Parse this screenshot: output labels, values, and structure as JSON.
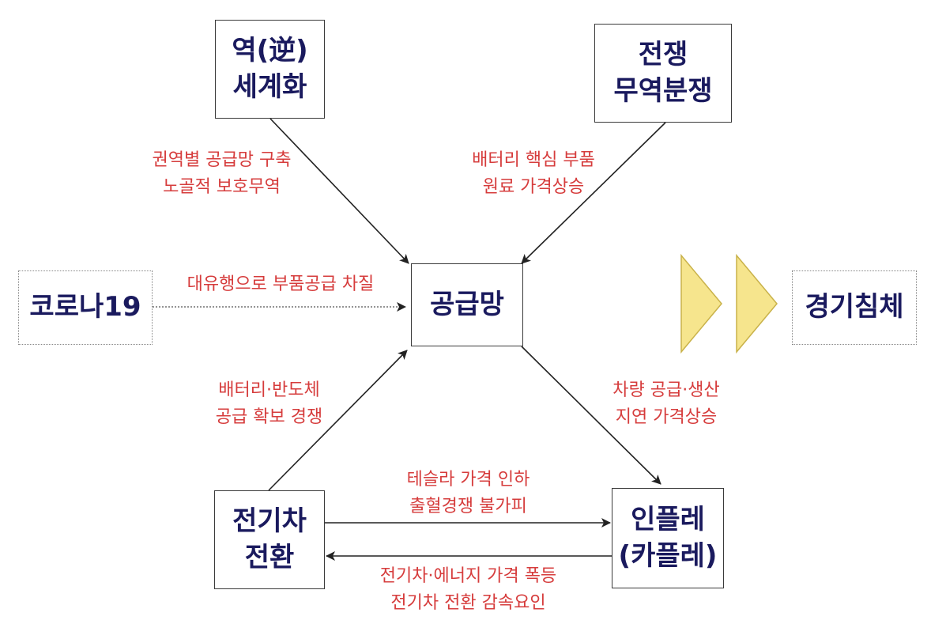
{
  "nodes": {
    "reverse_globalization": {
      "line1": "역(逆)",
      "line2": "세계화"
    },
    "war_trade": {
      "line1": "전쟁",
      "line2": "무역분쟁"
    },
    "covid": {
      "text": "코로나19"
    },
    "supply_chain": {
      "text": "공급망"
    },
    "recession": {
      "text": "경기침체"
    },
    "ev_transition": {
      "line1": "전기차",
      "line2": "전환"
    },
    "inflation": {
      "line1": "인플레",
      "line2": "(카플레)"
    }
  },
  "labels": {
    "regional_supply": {
      "line1": "권역별 공급망 구축",
      "line2": "노골적 보호무역"
    },
    "battery_price": {
      "line1": "배터리 핵심 부품",
      "line2": "원료 가격상승"
    },
    "pandemic": {
      "text": "대유행으로 부품공급 차질"
    },
    "battery_semi": {
      "line1": "배터리·반도체",
      "line2": "공급 확보 경쟁"
    },
    "vehicle_supply": {
      "line1": "차량 공급·생산",
      "line2": "지연 가격상승"
    },
    "tesla": {
      "line1": "테슬라 가격 인하",
      "line2": "출혈경쟁 불가피"
    },
    "ev_energy": {
      "line1": "전기차·에너지 가격 폭등",
      "line2": "전기차 전환 감속요인"
    }
  },
  "colors": {
    "node_text": "#1a1a5e",
    "label_text": "#d63c3c",
    "arrow": "#222222",
    "chevron_fill": "#f6e58d",
    "chevron_stroke": "#c9b24a"
  }
}
